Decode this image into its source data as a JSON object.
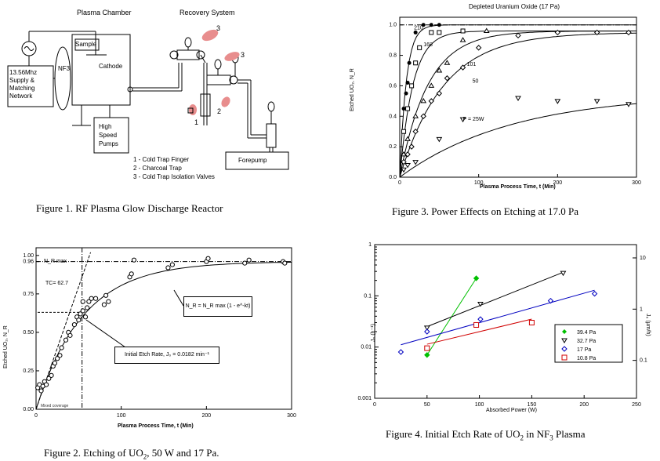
{
  "fig1": {
    "caption": "Figure 1.  RF Plasma Glow Discharge Reactor",
    "plasma_chamber": "Plasma Chamber",
    "recovery_system": "Recovery System",
    "sample": "Sample",
    "cathode": "Cathode",
    "nf3": "NF3",
    "supply": [
      "13.56Mhz",
      "Supply &",
      "Matching",
      "Network"
    ],
    "pumps": [
      "High",
      "Speed",
      "Pumps"
    ],
    "forepump": "Forepump",
    "legend": [
      "1 - Cold Trap Finger",
      "2 - Charcoal Trap",
      "3 - Cold Trap Isolation Valves"
    ],
    "callouts": [
      "1",
      "2",
      "3",
      "3"
    ]
  },
  "fig2": {
    "caption_pre": "Figure 2.  Etching of UO",
    "caption_sub": "2",
    "caption_post": ", 50 W and 17 Pa.",
    "ylabel": "Etched UO₂, N_R",
    "xlabel": "Plasma Process Time, t  (Min)",
    "nrmax": "N_R max",
    "tau": "TC= 62.7",
    "initial_text": "Initial Etch Rate, J₀ = 0.0182 min⁻¹",
    "eq_text": "N_R = N_R max (1 - e^-kt)",
    "corner": "Mixed coverage"
  },
  "fig3": {
    "caption": "Figure 3.  Power Effects on Etching at 17.0 Pa",
    "xlabel": "Plasma Process Time, t (Min)",
    "ylabel": "Etched UO₂, N_R",
    "curve_labels": [
      "210",
      "168",
      "101",
      "50",
      "P = 25W"
    ]
  },
  "fig4": {
    "caption_pre": "Figure 4.  Initial Etch Rate of UO",
    "caption_sub": "2",
    "caption_post": " in NF",
    "caption_sub2": "3",
    "caption_end": " Plasma",
    "xlabel": "Absorbed Power (W)",
    "ylabel_left": "J₀ (h⁻¹)",
    "ylabel_right": "J₀ (µm/h)"
  },
  "chart_data": [
    {
      "type": "scatter",
      "title": "",
      "xlabel": "Plasma Process Time, t  (Min)",
      "ylabel": "Etched UO₂, N_R",
      "xlim": [
        0,
        300
      ],
      "ylim": [
        0,
        1.05
      ],
      "x_ticks": [
        0,
        100,
        200,
        300
      ],
      "y_ticks": [
        0,
        0.25,
        0.5,
        0.75,
        0.96,
        1.0
      ],
      "grid": false,
      "series": [
        {
          "x": [
            2,
            4,
            6,
            8,
            10,
            12,
            15,
            18,
            20,
            22,
            25,
            28,
            30,
            35,
            38,
            40,
            45,
            48,
            50,
            52,
            55,
            55,
            58,
            60,
            62,
            65,
            70,
            80,
            82,
            85,
            110,
            112,
            115,
            155,
            160,
            200,
            202,
            245,
            250,
            290,
            292
          ],
          "y": [
            0.14,
            0.16,
            0.12,
            0.15,
            0.18,
            0.16,
            0.2,
            0.22,
            0.28,
            0.3,
            0.33,
            0.35,
            0.4,
            0.45,
            0.5,
            0.48,
            0.55,
            0.6,
            0.58,
            0.62,
            0.64,
            0.7,
            0.6,
            0.66,
            0.7,
            0.72,
            0.72,
            0.68,
            0.74,
            0.7,
            0.86,
            0.88,
            0.97,
            0.92,
            0.94,
            0.96,
            0.98,
            0.95,
            0.97,
            0.96,
            0.95
          ]
        }
      ]
    },
    {
      "type": "scatter",
      "title": "Depleted Uranium Oxide (17 Pa)",
      "xlabel": "Plasma Process Time, t (Min)",
      "ylabel": "Etched UO₂, N_R",
      "xlim": [
        0,
        300
      ],
      "ylim": [
        0,
        1.05
      ],
      "x_ticks": [
        0,
        100,
        200,
        300
      ],
      "y_ticks": [
        0,
        0.2,
        0.4,
        0.6,
        0.8,
        1.0
      ],
      "legend": "curve labels",
      "series": [
        {
          "name": "210",
          "x": [
            5,
            8,
            10,
            12,
            20,
            30,
            40,
            50
          ],
          "y": [
            0.45,
            0.55,
            0.62,
            0.75,
            0.95,
            1.0,
            1.0,
            1.0
          ]
        },
        {
          "name": "168",
          "x": [
            5,
            10,
            15,
            20,
            25,
            40,
            50,
            80
          ],
          "y": [
            0.3,
            0.45,
            0.6,
            0.75,
            0.85,
            0.95,
            0.95,
            0.96
          ]
        },
        {
          "name": "101",
          "x": [
            5,
            10,
            20,
            30,
            40,
            50,
            60,
            80,
            110
          ],
          "y": [
            0.15,
            0.25,
            0.4,
            0.5,
            0.6,
            0.7,
            0.75,
            0.9,
            0.96
          ]
        },
        {
          "name": "50",
          "x": [
            5,
            10,
            15,
            20,
            30,
            40,
            50,
            60,
            80,
            100,
            150,
            200,
            250,
            290
          ],
          "y": [
            0.1,
            0.15,
            0.2,
            0.3,
            0.4,
            0.5,
            0.55,
            0.65,
            0.72,
            0.85,
            0.93,
            0.95,
            0.95,
            0.95
          ]
        },
        {
          "name": "P = 25W",
          "x": [
            5,
            10,
            20,
            50,
            80,
            150,
            200,
            250,
            290
          ],
          "y": [
            0.05,
            0.08,
            0.1,
            0.25,
            0.38,
            0.52,
            0.5,
            0.5,
            0.48
          ]
        }
      ]
    },
    {
      "type": "scatter",
      "title": "",
      "xlabel": "Absorbed Power (W)",
      "ylabel": "J₀ (h⁻¹)",
      "xlim": [
        0,
        250
      ],
      "ylim": [
        0.001,
        1
      ],
      "y_scale": "log",
      "x_ticks": [
        0,
        50,
        100,
        150,
        200,
        250
      ],
      "y_ticks": [
        0.001,
        0.01,
        0.1,
        1
      ],
      "y2_ticks": [
        0.1,
        1,
        10
      ],
      "legend": "bottom-right",
      "series": [
        {
          "name": "39.4 Pa",
          "color": "#00c000",
          "x": [
            50,
            97
          ],
          "y": [
            0.007,
            0.22
          ]
        },
        {
          "name": "32.7 Pa",
          "color": "#000000",
          "x": [
            50,
            101,
            180
          ],
          "y": [
            0.024,
            0.07,
            0.28
          ]
        },
        {
          "name": "17 Pa",
          "color": "#0000c0",
          "x": [
            25,
            50,
            101,
            168,
            210
          ],
          "y": [
            0.008,
            0.02,
            0.035,
            0.08,
            0.11
          ]
        },
        {
          "name": "10.8 Pa",
          "color": "#d00000",
          "x": [
            50,
            97,
            150
          ],
          "y": [
            0.0095,
            0.027,
            0.03
          ]
        }
      ]
    }
  ]
}
